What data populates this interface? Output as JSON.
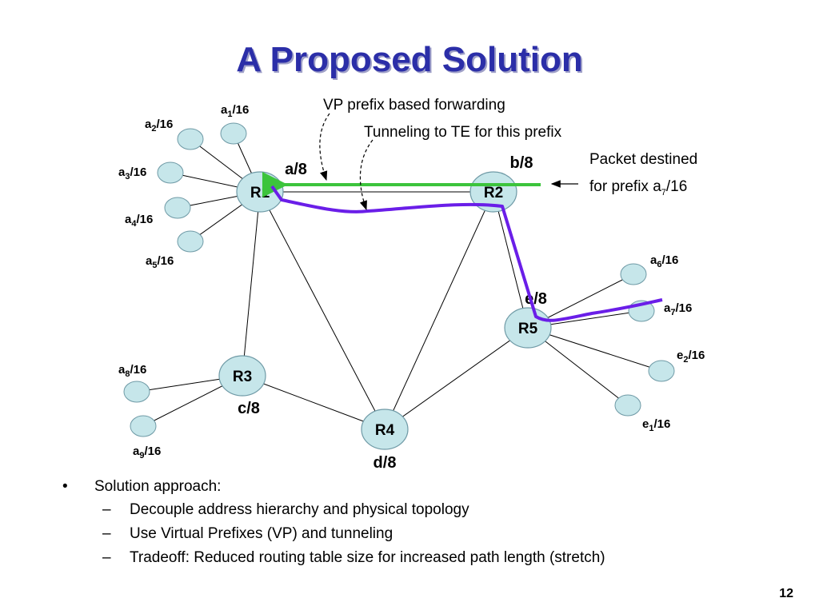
{
  "title": "A Proposed Solution",
  "routers": {
    "r1": "R1",
    "r2": "R2",
    "r3": "R3",
    "r4": "R4",
    "r5": "R5"
  },
  "router_prefixes": {
    "r1": "a/8",
    "r2": "b/8",
    "r3": "c/8",
    "r4": "d/8",
    "r5": "e/8"
  },
  "leaf_prefixes": [
    {
      "base": "a",
      "sub": "1",
      "suffix": "/16"
    },
    {
      "base": "a",
      "sub": "2",
      "suffix": "/16"
    },
    {
      "base": "a",
      "sub": "3",
      "suffix": "/16"
    },
    {
      "base": "a",
      "sub": "4",
      "suffix": "/16"
    },
    {
      "base": "a",
      "sub": "5",
      "suffix": "/16"
    },
    {
      "base": "a",
      "sub": "6",
      "suffix": "/16"
    },
    {
      "base": "a",
      "sub": "7",
      "suffix": "/16"
    },
    {
      "base": "e",
      "sub": "2",
      "suffix": "/16"
    },
    {
      "base": "e",
      "sub": "1",
      "suffix": "/16"
    },
    {
      "base": "a",
      "sub": "8",
      "suffix": "/16"
    },
    {
      "base": "a",
      "sub": "9",
      "suffix": "/16"
    }
  ],
  "annotations": {
    "vp_forwarding": "VP prefix based forwarding",
    "tunneling": "Tunneling to TE for this prefix",
    "packet_line1": "Packet destined",
    "packet_line2_prefix": "for prefix a",
    "packet_line2_sub": "7",
    "packet_line2_suffix": "/16"
  },
  "colors": {
    "title": "#2b2ea8",
    "node_fill": "#c6e6ea",
    "forward_arrow": "#3cc43c",
    "tunnel_path": "#6a1ee8"
  },
  "bullets": [
    {
      "level": 1,
      "text": "Solution approach:"
    },
    {
      "level": 2,
      "text": "Decouple address hierarchy and physical topology"
    },
    {
      "level": 2,
      "text": "Use Virtual Prefixes (VP) and tunneling"
    },
    {
      "level": 2,
      "text": "Tradeoff: Reduced routing table size for increased path length (stretch)"
    }
  ],
  "page_number": "12"
}
